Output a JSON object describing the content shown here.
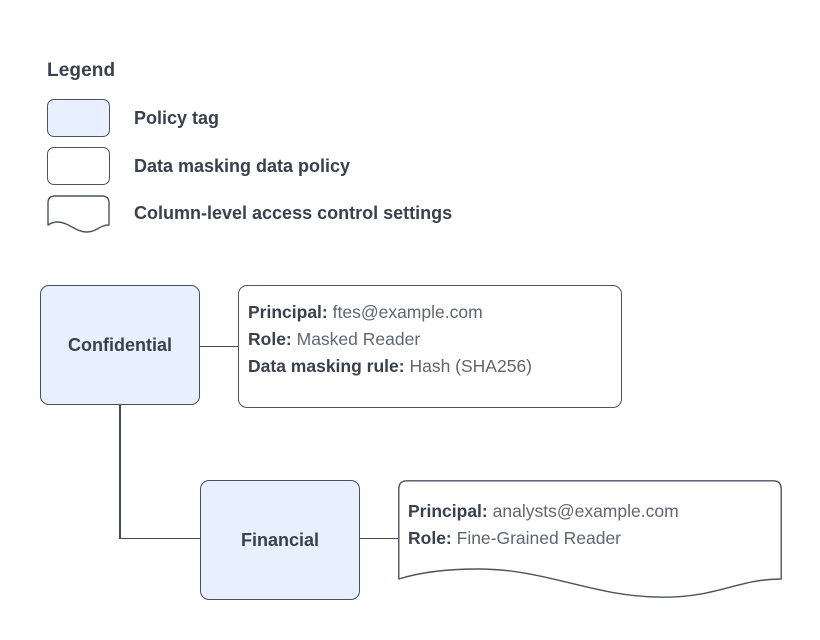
{
  "legend": {
    "title": "Legend",
    "items": [
      {
        "label": "Policy tag",
        "shape": "rounded-rect",
        "fill": "#e8f0fe"
      },
      {
        "label": "Data masking data policy",
        "shape": "rounded-rect",
        "fill": "#ffffff"
      },
      {
        "label": "Column-level access control settings",
        "shape": "document-wavy",
        "fill": "#ffffff"
      }
    ]
  },
  "diagram": {
    "nodes": [
      {
        "id": "confidential",
        "label": "Confidential",
        "type": "policy-tag"
      },
      {
        "id": "financial",
        "label": "Financial",
        "type": "policy-tag"
      }
    ],
    "masking_policy": {
      "principal_label": "Principal:",
      "principal_value": "ftes@example.com",
      "role_label": "Role:",
      "role_value": "Masked Reader",
      "rule_label": "Data masking rule:",
      "rule_value": "Hash (SHA256)"
    },
    "access_settings": {
      "principal_label": "Principal:",
      "principal_value": "analysts@example.com",
      "role_label": "Role:",
      "role_value": "Fine-Grained Reader"
    }
  },
  "colors": {
    "tag_fill": "#e8f0fe",
    "stroke": "#46505f",
    "heading_text": "#39414f",
    "body_text": "#5f6672",
    "background": "#ffffff"
  }
}
